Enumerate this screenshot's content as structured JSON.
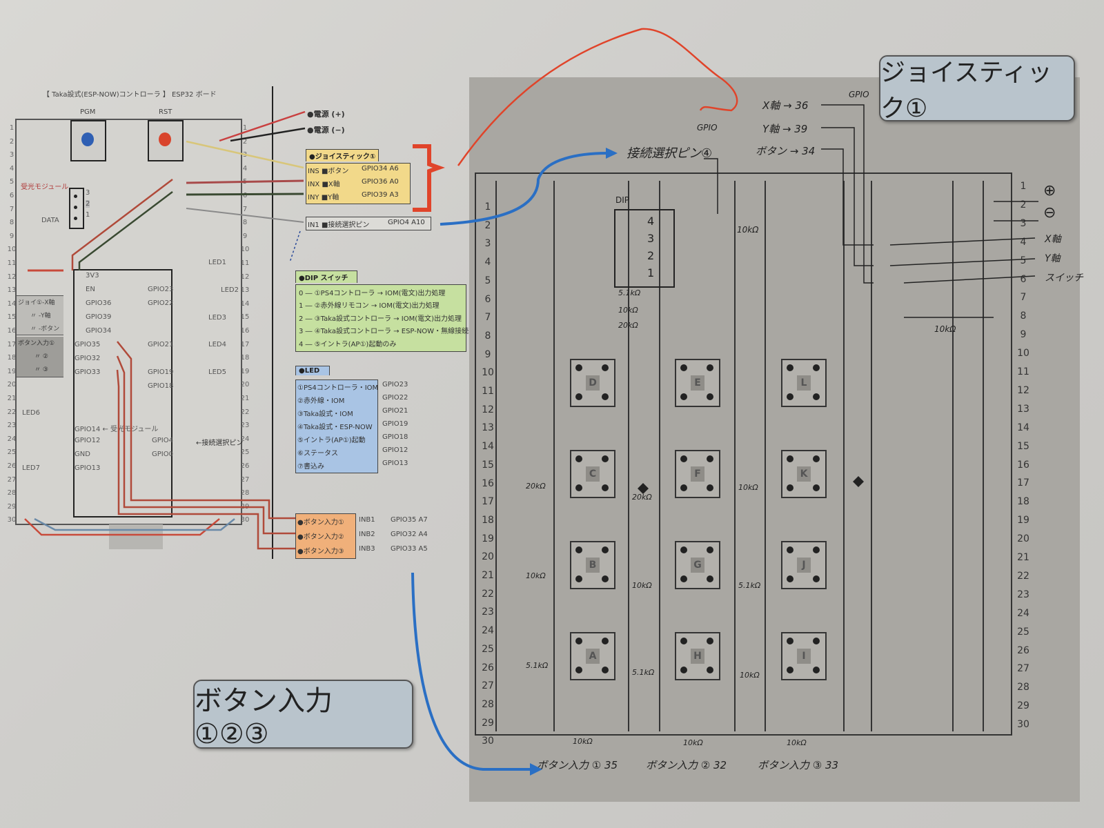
{
  "left_sheet": {
    "title": "【 Taka設式(ESP-NOW)コントローラ 】 ESP32 ボード",
    "pgm_label": "PGM",
    "rst_label": "RST",
    "module_label": "受光モジュール",
    "data_label": "DATA",
    "module_pins": [
      "3",
      "2",
      "1"
    ],
    "row_numbers": [
      "1",
      "2",
      "3",
      "4",
      "5",
      "6",
      "7",
      "8",
      "9",
      "10",
      "11",
      "12",
      "13",
      "14",
      "15",
      "16",
      "17",
      "18",
      "19",
      "20",
      "21",
      "22",
      "23",
      "24",
      "25",
      "26",
      "27",
      "28",
      "29",
      "30"
    ],
    "left_pins": [
      "3V3",
      "EN",
      "GPIO36",
      "GPIO39",
      "GPIO34",
      "GPIO35",
      "GPIO32",
      "GPIO33"
    ],
    "right_pins": [
      "GPIO23",
      "GPIO22",
      "GPIO21",
      "GPIO19",
      "GPIO18"
    ],
    "bottom_left_pins": [
      "GPIO14 ← 受光モジュール",
      "GPIO12",
      "GND",
      "GPIO13"
    ],
    "bottom_right_pins": [
      "GPIO4",
      "GPIO0"
    ],
    "connect_select_label": "←接続選択ピン",
    "joystick_side": [
      "ジョイ①-X軸",
      "〃 -Y軸",
      "〃 -ボタン"
    ],
    "button_side": [
      "ボタン入力①",
      "〃 ②",
      "〃 ③"
    ],
    "leds": [
      "LED1",
      "LED2",
      "LED3",
      "LED4",
      "LED5",
      "LED6",
      "LED7"
    ],
    "power_plus": "●電源 (+)",
    "power_minus": "●電源 (−)"
  },
  "joystick_box": {
    "header": "●ジョイスティック①",
    "rows": [
      {
        "pin": "INS ■ボタン",
        "gpio": "GPIO34 A6"
      },
      {
        "pin": "INX ■X軸",
        "gpio": "GPIO36 A0"
      },
      {
        "pin": "INY ■Y軸",
        "gpio": "GPIO39 A3"
      }
    ],
    "color": "#f2d98a"
  },
  "connect_box": {
    "pin": "IN1 ■接続選択ピン",
    "gpio": "GPIO4 A10"
  },
  "dip_box": {
    "header": "●DIP スイッチ",
    "rows": [
      "0 ― ①PS4コントローラ → IOM(電文)出力処理",
      "1 ― ②赤外線リモコン → IOM(電文)出力処理",
      "2 ― ③Taka設式コントローラ → IOM(電文)出力処理",
      "3 ― ④Taka設式コントローラ → ESP-NOW・無線接続",
      "4 ― ⑤イントラ(AP①)起動のみ"
    ],
    "color": "#c6e0a0"
  },
  "led_box": {
    "header": "●LED",
    "rows": [
      {
        "label": "①PS4コントローラ・IOM",
        "gpio": "GPIO23"
      },
      {
        "label": "②赤外線・IOM",
        "gpio": "GPIO22"
      },
      {
        "label": "③Taka設式・IOM",
        "gpio": "GPIO21"
      },
      {
        "label": "④Taka設式・ESP-NOW",
        "gpio": "GPIO19"
      },
      {
        "label": "⑤イントラ(AP①)起動",
        "gpio": "GPIO18"
      },
      {
        "label": "⑥ステータス",
        "gpio": "GPIO12"
      },
      {
        "label": "⑦書込み",
        "gpio": "GPIO13"
      }
    ],
    "color": "#a9c4e4"
  },
  "button_box": {
    "rows": [
      {
        "label": "●ボタン入力①",
        "pin": "INB1",
        "gpio": "GPIO35 A7"
      },
      {
        "label": "●ボタン入力②",
        "pin": "INB2",
        "gpio": "GPIO32 A4"
      },
      {
        "label": "●ボタン入力③",
        "pin": "INB3",
        "gpio": "GPIO33 A5"
      }
    ],
    "color": "#f0b07a"
  },
  "callouts": {
    "joystick": "ジョイスティック①",
    "buttons": "ボタン入力 ①②③"
  },
  "photo": {
    "handwritten": {
      "connect_select": "接続選択ピン④",
      "gpio_label_top": "GPIO",
      "gpio_label_top2": "GPIO",
      "x_axis": "X軸 → 36",
      "y_axis": "Y軸 → 39",
      "button": "ボタン → 34",
      "right_plus": "⊕",
      "right_minus": "⊖",
      "right_x": "X軸",
      "right_y": "Y軸",
      "right_switch": "スイッチ",
      "btn1": "ボタン入力 ① 35",
      "btn2": "ボタン入力 ② 32",
      "btn3": "ボタン入力 ③ 33",
      "dip": "DIP",
      "dip_nums": [
        "4",
        "3",
        "2",
        "1"
      ],
      "resistors": [
        "5.1kΩ",
        "10kΩ",
        "20kΩ",
        "10kΩ",
        "10kΩ",
        "20kΩ",
        "20kΩ",
        "10kΩ",
        "10kΩ",
        "10kΩ",
        "5.1kΩ",
        "5.1kΩ",
        "5.1kΩ",
        "10kΩ",
        "10kΩ",
        "10kΩ",
        "10kΩ"
      ]
    },
    "switch_letters": [
      "D",
      "E",
      "L",
      "C",
      "F",
      "K",
      "B",
      "G",
      "J",
      "A",
      "H",
      "I"
    ],
    "row_numbers_left": [
      "1",
      "2",
      "3",
      "4",
      "5",
      "6",
      "7",
      "8",
      "9",
      "10",
      "11",
      "12",
      "13",
      "14",
      "15",
      "16",
      "17",
      "18",
      "19",
      "20",
      "21",
      "22",
      "23",
      "24",
      "25",
      "26",
      "27",
      "28",
      "29",
      "30"
    ],
    "row_numbers_right": [
      "1",
      "2",
      "3",
      "4",
      "5",
      "6",
      "7",
      "8",
      "9",
      "10",
      "11",
      "12",
      "13",
      "14",
      "15",
      "16",
      "17",
      "18",
      "19",
      "20",
      "21",
      "22",
      "23",
      "24",
      "25",
      "26",
      "27",
      "28",
      "29",
      "30"
    ]
  },
  "colors": {
    "red_wire": "#d9442c",
    "blue_arrow": "#2a6fc4",
    "black_wire": "#222222",
    "yellow_wire": "#d8c67a"
  }
}
